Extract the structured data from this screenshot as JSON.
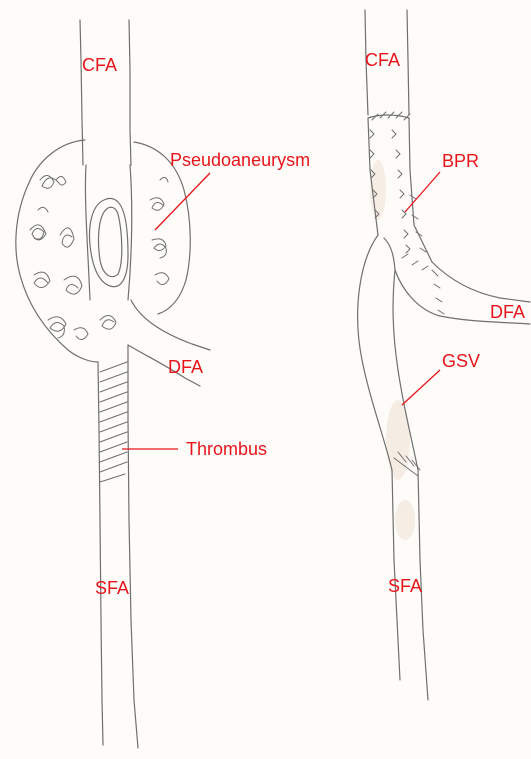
{
  "colors": {
    "label": "#e8141c",
    "pencil": "#6f6f6f",
    "paper": "#fdfcf9",
    "smudge": "#e9d3bf"
  },
  "left_figure": {
    "labels": {
      "cfa": "CFA",
      "pseudoaneurysm": "Pseudoaneurysm",
      "dfa": "DFA",
      "thrombus": "Thrombus",
      "sfa": "SFA"
    }
  },
  "right_figure": {
    "labels": {
      "cfa": "CFA",
      "bpr": "BPR",
      "dfa": "DFA",
      "gsv": "GSV",
      "sfa": "SFA"
    }
  }
}
